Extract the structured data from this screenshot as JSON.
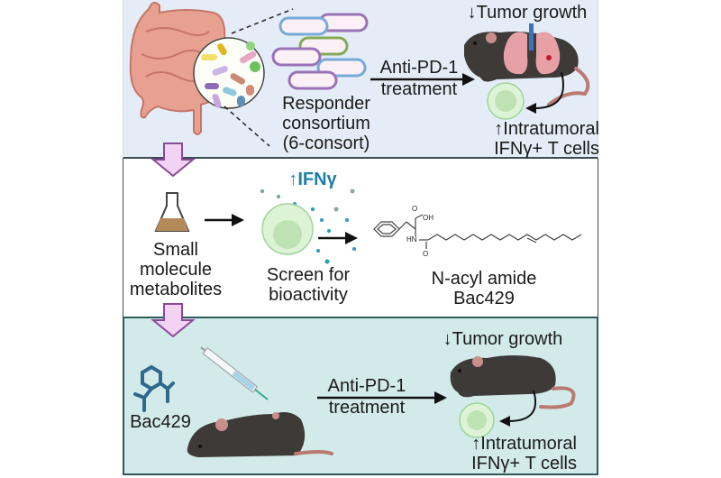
{
  "figure": {
    "panel1": {
      "consortium_label": [
        "Responder",
        "consortium",
        "(6-consort)"
      ],
      "treatment_label": [
        "Anti-PD-1",
        "treatment"
      ],
      "outcome_top": "↓Tumor growth",
      "outcome_bottom": [
        "↑Intratumoral",
        "IFNγ+ T cells"
      ]
    },
    "panel2": {
      "metabolites_label": [
        "Small",
        "molecule",
        "metabolites"
      ],
      "ifn_label": "↑IFNγ",
      "screen_label": [
        "Screen for",
        "bioactivity"
      ],
      "molecule_atoms": {
        "oxygen_top": "O",
        "hydroxyl": "OH",
        "amine": "HN",
        "oxygen_bottom": "O"
      },
      "compound_label": [
        "N-acyl amide",
        "Bac429"
      ]
    },
    "panel3": {
      "compound_label": "Bac429",
      "treatment_label": [
        "Anti-PD-1",
        "treatment"
      ],
      "outcome_top": "↓Tumor growth",
      "outcome_bottom": [
        "↑Intratumoral",
        "IFNγ+ T cells"
      ]
    },
    "colors": {
      "panel1_bg": "#e4edf7",
      "panel2_bg": "#ffffff",
      "panel3_bg": "#d3eaea",
      "flow_arrow": "#f3d3f3",
      "flow_arrow_stroke": "#8a4a98",
      "ifn_text": "#1e7fa6",
      "mouse": "#3e3a38",
      "tcell": "#cfeccb"
    },
    "icons": [
      "intestine-icon",
      "bacteria-magnifier-icon",
      "bacteria-consortium-icon",
      "mouse-icon",
      "lungs-icon",
      "t-cell-icon",
      "flask-icon",
      "cytokine-dots-icon",
      "molecule-structure-icon",
      "syringe-icon",
      "compound-icon",
      "down-flow-arrow-icon"
    ]
  }
}
